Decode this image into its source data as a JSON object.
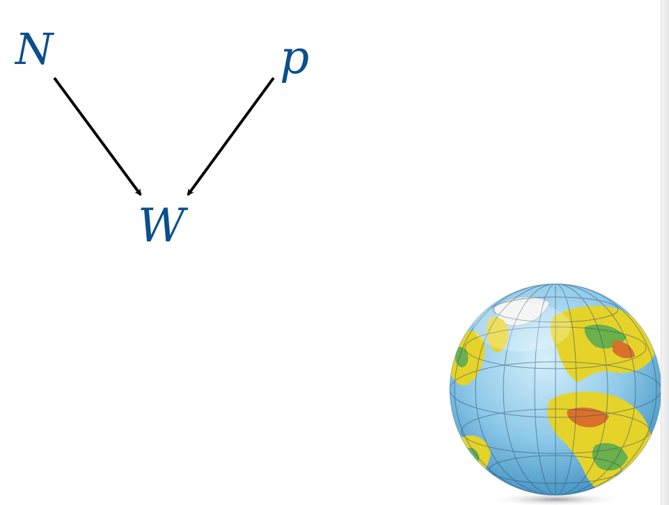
{
  "diagram": {
    "nodes": [
      {
        "id": "N",
        "label": "N"
      },
      {
        "id": "p",
        "label": "p"
      },
      {
        "id": "W",
        "label": "W"
      }
    ],
    "edges": [
      {
        "from": "N",
        "to": "W"
      },
      {
        "from": "p",
        "to": "W"
      }
    ]
  },
  "colors": {
    "node_text": "#0b4f8c",
    "arrow": "#000000",
    "ocean": "#8ec9e8",
    "land": "#e6d32a",
    "land_green": "#6ab04c",
    "grid_lines": "#2d4a6b"
  },
  "image": {
    "icon": "globe-icon"
  }
}
